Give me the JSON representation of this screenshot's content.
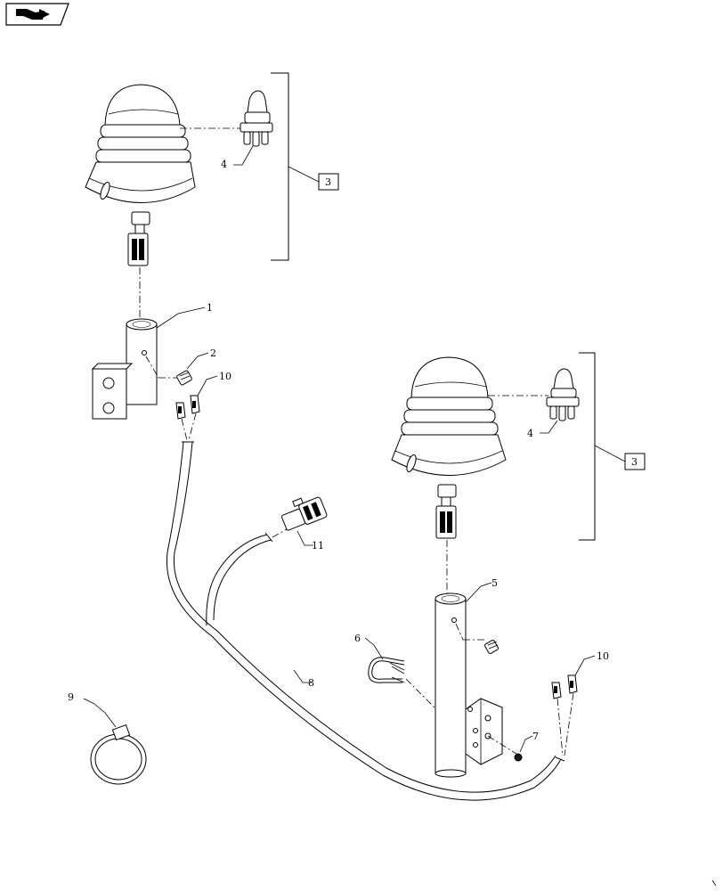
{
  "callouts": {
    "c1": "1",
    "c2": "2",
    "c3a": "3",
    "c3b": "3",
    "c4a": "4",
    "c4b": "4",
    "c5": "5",
    "c6": "6",
    "c7": "7",
    "c8": "8",
    "c9": "9",
    "c10a": "10",
    "c10b": "10",
    "c11": "11"
  },
  "nav": {
    "icon": "next-page-arrow-icon"
  }
}
